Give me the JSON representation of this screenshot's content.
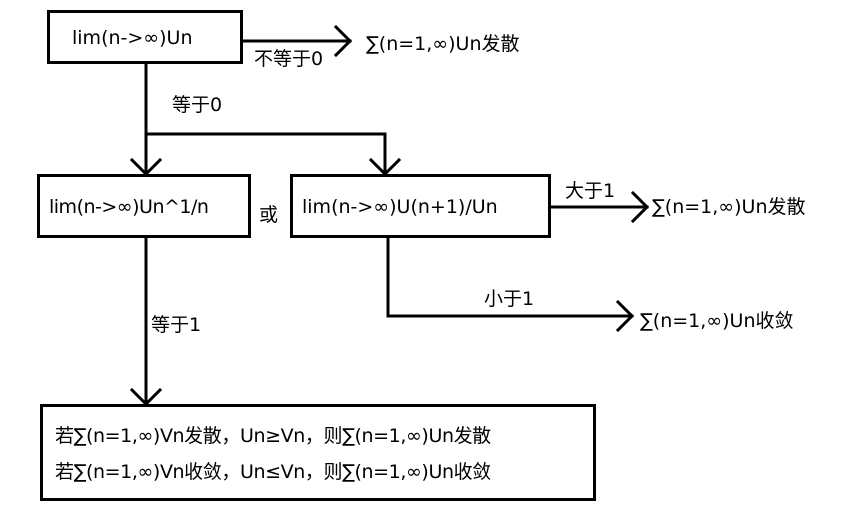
{
  "nodes": {
    "start": "lim(n->∞)Un",
    "root_test": "lim(n->∞)Un^1/n",
    "ratio_test": "lim(n->∞)U(n+1)/Un",
    "or_text": "或",
    "comparison_line1": "若∑(n=1,∞)Vn发散，Un≥Vn，则∑(n=1,∞)Un发散",
    "comparison_line2": "若∑(n=1,∞)Vn收敛，Un≤Vn，则∑(n=1,∞)Un收敛"
  },
  "edge_labels": {
    "not_equal_zero": "不等于0",
    "equal_zero": "等于0",
    "greater_than_one": "大于1",
    "less_than_one": "小于1",
    "equal_one": "等于1"
  },
  "results": {
    "diverge_top": "∑(n=1,∞)Un发散",
    "diverge_mid": "∑(n=1,∞)Un发散",
    "converge": "∑(n=1,∞)Un收敛"
  }
}
